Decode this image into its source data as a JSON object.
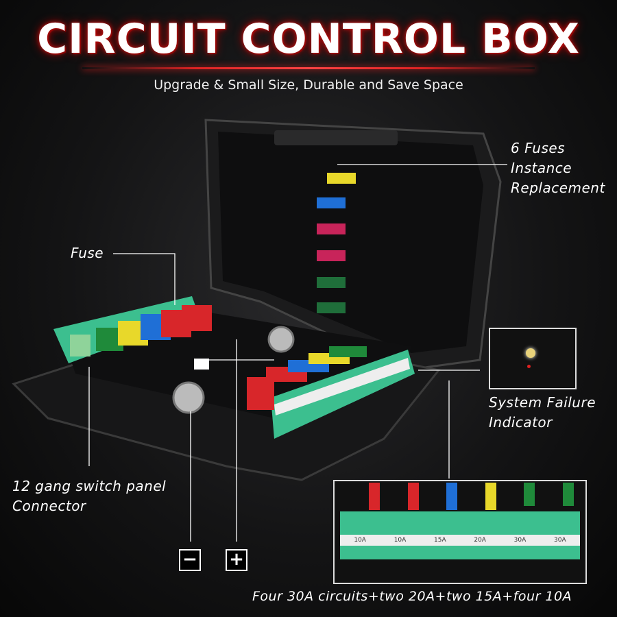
{
  "header": {
    "title": "CIRCUIT CONTROL BOX",
    "subtitle": "Upgrade & Small Size, Durable and Save Space"
  },
  "callouts": {
    "spare_fuses": [
      "6 Fuses",
      "Instance",
      "Replacement"
    ],
    "fuse": "Fuse",
    "indicator": [
      "System Failure",
      "Indicator"
    ],
    "connector": [
      "12 gang switch panel",
      "Connector"
    ],
    "negative": "−",
    "positive": "+"
  },
  "terminal_labels": [
    "10A",
    "10A",
    "15A",
    "20A",
    "30A",
    "30A"
  ],
  "footer": "Four 30A circuits+two 20A+two 15A+four 10A",
  "colors": {
    "red": "#d8262a",
    "blue": "#1f6fd6",
    "yellow": "#e8d82a",
    "green": "#1f8a3a",
    "terminal": "#3cbf8f",
    "accent": "#e02020"
  }
}
